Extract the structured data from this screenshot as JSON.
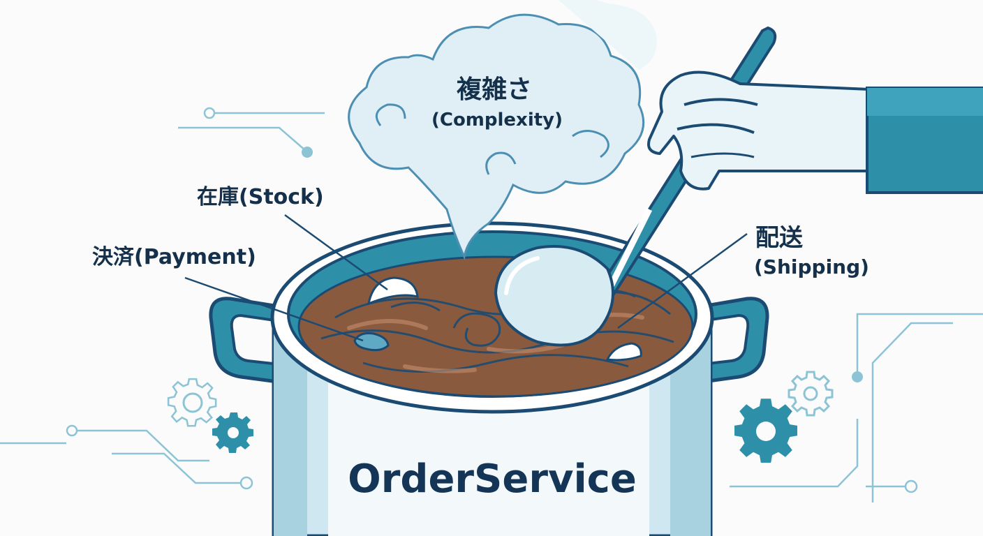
{
  "steam": {
    "title": "複雑さ",
    "subtitle": "(Complexity)"
  },
  "labels": {
    "stock": "在庫(Stock)",
    "payment": "決済(Payment)",
    "shipping_title": "配送",
    "shipping_subtitle": "(Shipping)"
  },
  "pot": {
    "name": "OrderService"
  },
  "colors": {
    "outline": "#1b4b72",
    "teal": "#2e8fa9",
    "light_blue": "#d8ecf3",
    "steam": "#dfeff5",
    "stew": "#8a5a3f",
    "stew_light": "#a87558",
    "circuit": "#8cc4d6",
    "background": "#fbfbfb"
  }
}
